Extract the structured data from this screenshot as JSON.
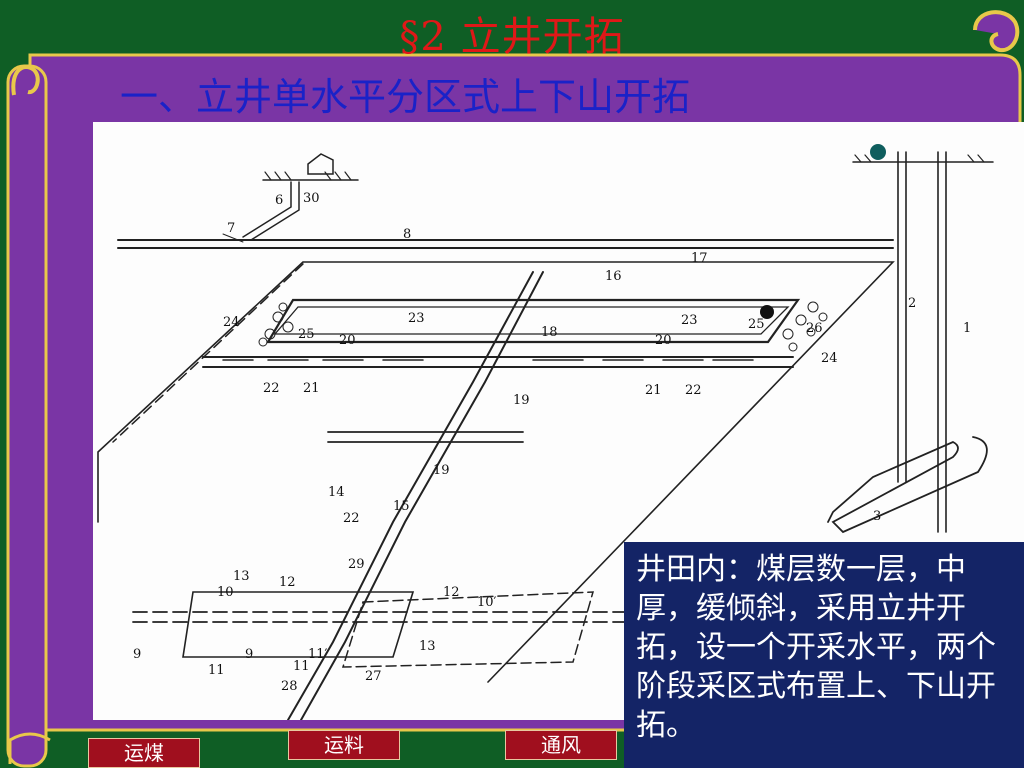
{
  "slide": {
    "title": "§2  立井开拓",
    "subtitle": "一、立井单水平分区式上下山开拓"
  },
  "description": "井田内：煤层数一层，中厚，缓倾斜，采用立井开拓，设一个开采水平，两个阶段采区式布置上、下山开拓。",
  "nav_buttons": [
    {
      "label": "运煤"
    },
    {
      "label": "运料"
    },
    {
      "label": "通风"
    }
  ],
  "diagram": {
    "labels": [
      "1",
      "2",
      "3",
      "6",
      "30",
      "7",
      "8",
      "17",
      "16",
      "23",
      "18",
      "23",
      "24",
      "25",
      "20",
      "20",
      "25",
      "26",
      "24",
      "22",
      "21",
      "19",
      "21",
      "22",
      "19",
      "14",
      "15",
      "22",
      "13",
      "12",
      "29",
      "10",
      "12",
      "10′",
      "9",
      "11",
      "9",
      "11",
      "11′",
      "13",
      "28",
      "27"
    ]
  },
  "colors": {
    "background": "#0f5e25",
    "scroll": "#7a35a5",
    "scroll_trim": "#e8c84a",
    "title": "#e01818",
    "subtitle": "#1a22c8",
    "description_bg": "#142466",
    "button_bg": "#a00f1e"
  }
}
